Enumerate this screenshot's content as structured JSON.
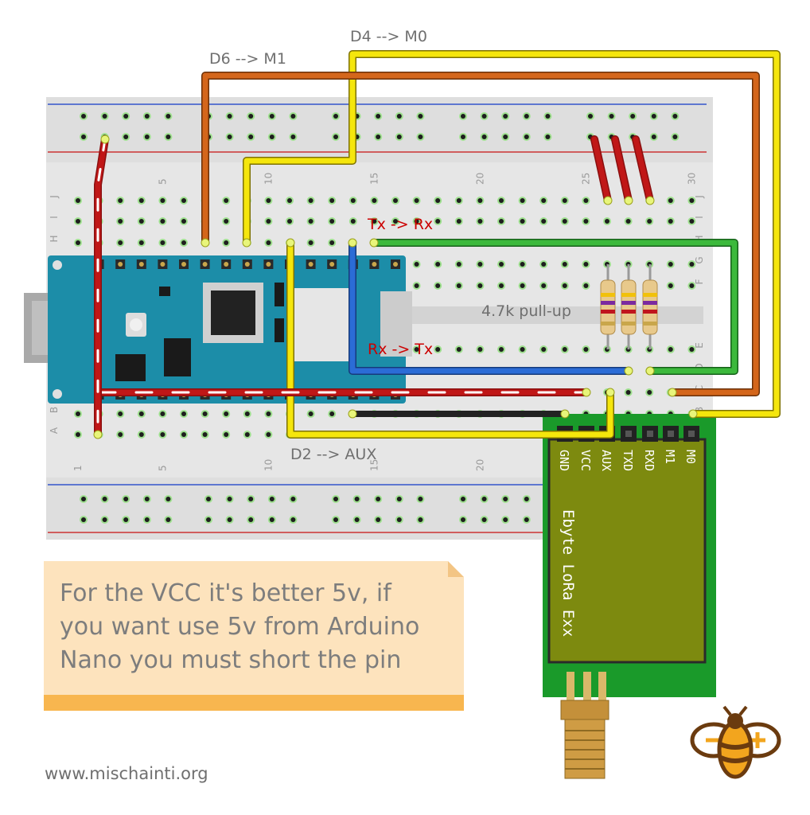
{
  "labels": {
    "d6_m1": "D6 --> M1",
    "d4_m0": "D4 --> M0",
    "d2_aux": "D2 --> AUX",
    "tx_rx": "Tx -> Rx",
    "rx_tx": "Rx -> Tx",
    "pullup": "4.7k pull-up"
  },
  "breadboard": {
    "columns_top": [
      "5",
      "10",
      "15",
      "20",
      "25",
      "30"
    ],
    "columns_bottom": [
      "1",
      "5",
      "10",
      "15",
      "20"
    ],
    "rows_top": [
      "J",
      "I",
      "H",
      "G",
      "F"
    ],
    "rows_bottom": [
      "E",
      "D",
      "C",
      "B",
      "A"
    ]
  },
  "module": {
    "pins": [
      "GND",
      "VCC",
      "AUX",
      "TXD",
      "RXD",
      "M1",
      "M0"
    ],
    "name": "Ebyte LoRa Exx"
  },
  "note": {
    "text": "For the VCC it's better 5v, if\nyou want use 5v from Arduino\nNano you must short the pin"
  },
  "footer": {
    "site": "www.mischainti.org"
  },
  "colors": {
    "wire_yellow": "#f5e60c",
    "wire_orange": "#d4661b",
    "wire_green": "#3cb93c",
    "wire_blue": "#2b6cd6",
    "wire_red": "#c01717",
    "wire_black": "#222222",
    "arduino": "#1c8da8",
    "module_board": "#7d8a0f",
    "pcb_green": "#1a9a2a"
  }
}
